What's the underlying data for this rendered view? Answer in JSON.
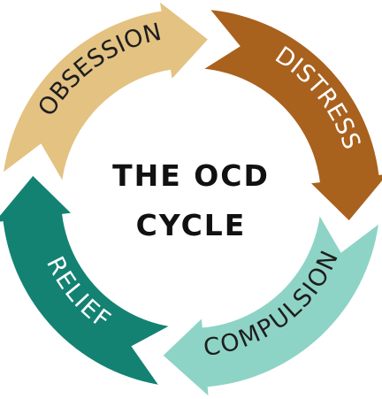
{
  "title": {
    "line1": "THE OCD",
    "line2": "CYCLE"
  },
  "segments": [
    {
      "key": "obsession",
      "label": "OBSESSION",
      "fill": "#e3c282",
      "text_color": "#1e1e1e"
    },
    {
      "key": "distress",
      "label": "DISTRESS",
      "fill": "#a9611e",
      "text_color": "#ffffff"
    },
    {
      "key": "compulsion",
      "label": "COMPULSION",
      "fill": "#8ed4c6",
      "text_color": "#1e1e1e"
    },
    {
      "key": "relief",
      "label": "RELIEF",
      "fill": "#138272",
      "text_color": "#ffffff"
    }
  ]
}
